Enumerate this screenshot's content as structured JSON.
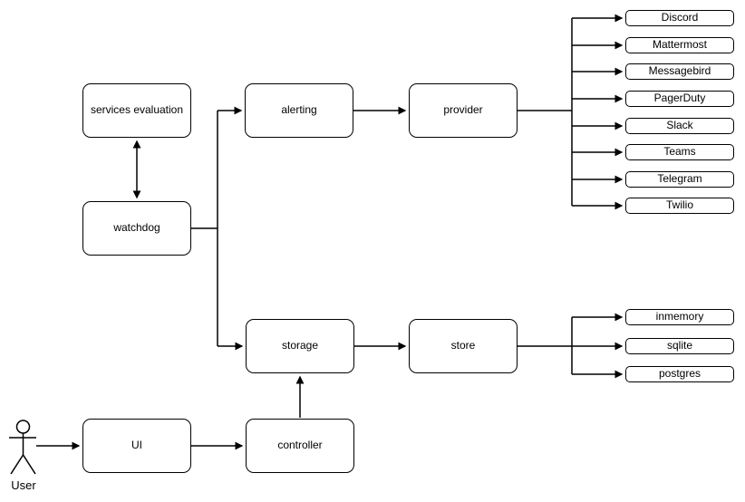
{
  "diagram_type": "architecture-diagram",
  "nodes": {
    "services_evaluation": "services evaluation",
    "watchdog": "watchdog",
    "alerting": "alerting",
    "provider": "provider",
    "storage": "storage",
    "store": "store",
    "ui": "UI",
    "controller": "controller"
  },
  "providers": [
    "Discord",
    "Mattermost",
    "Messagebird",
    "PagerDuty",
    "Slack",
    "Teams",
    "Telegram",
    "Twilio"
  ],
  "stores": [
    "inmemory",
    "sqlite",
    "postgres"
  ],
  "actor": {
    "label": "User"
  },
  "edges": [
    {
      "from": "services_evaluation",
      "to": "watchdog",
      "style": "bidirectional"
    },
    {
      "from": "watchdog",
      "to": "alerting",
      "style": "arrow"
    },
    {
      "from": "watchdog",
      "to": "storage",
      "style": "arrow"
    },
    {
      "from": "alerting",
      "to": "provider",
      "style": "arrow"
    },
    {
      "from": "provider",
      "to_group": "providers",
      "style": "arrow-fanout"
    },
    {
      "from": "storage",
      "to": "store",
      "style": "arrow"
    },
    {
      "from": "store",
      "to_group": "stores",
      "style": "arrow-fanout"
    },
    {
      "from": "controller",
      "to": "storage",
      "style": "arrow"
    },
    {
      "from": "ui",
      "to": "controller",
      "style": "arrow"
    },
    {
      "from": "user",
      "to": "ui",
      "style": "arrow"
    }
  ],
  "colors": {
    "background": "#ffffff",
    "node_fill": "#ffffff",
    "stroke": "#000000",
    "text": "#000000"
  }
}
